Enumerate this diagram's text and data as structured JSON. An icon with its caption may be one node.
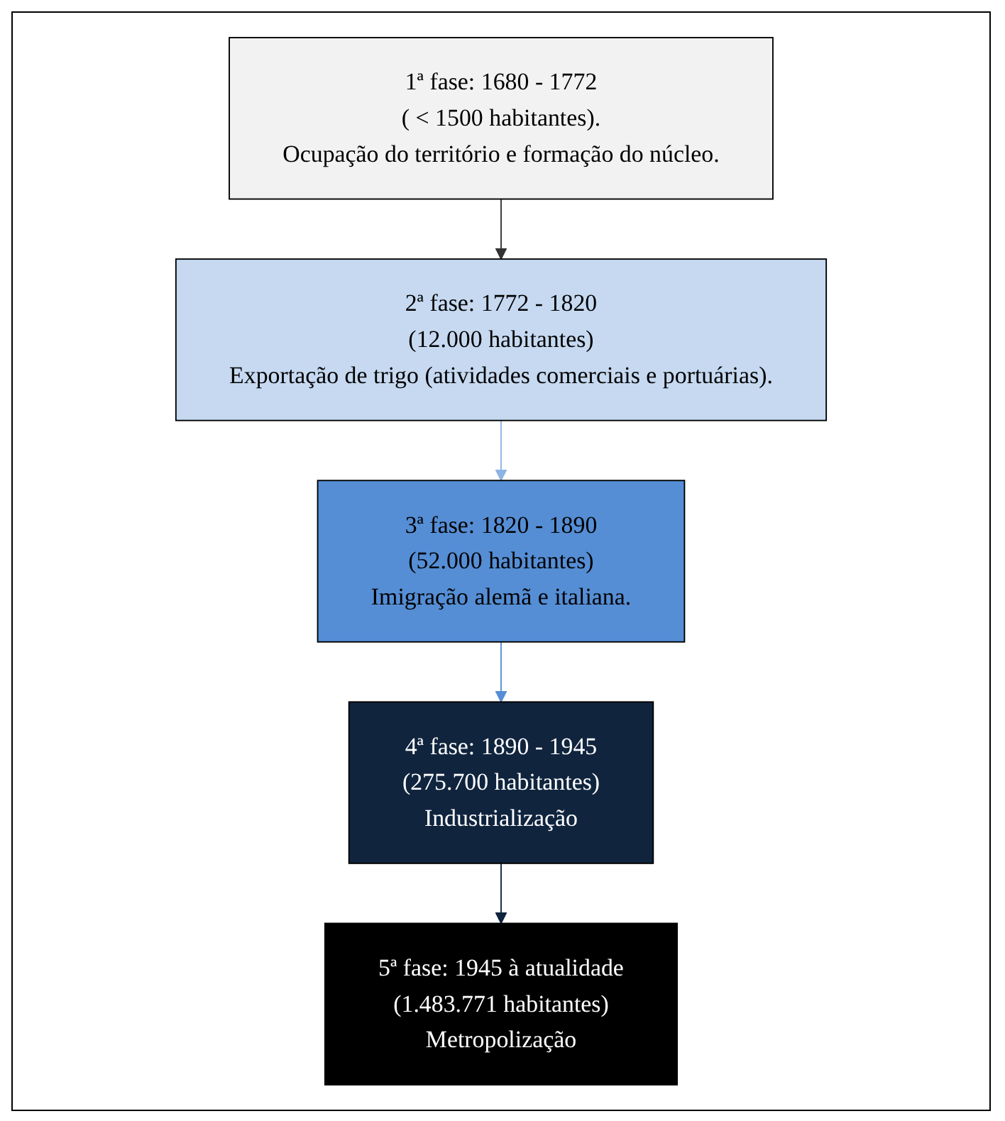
{
  "diagram": {
    "nodes": [
      {
        "text": [
          "1ª fase: 1680 - 1772",
          "( < 1500 habitantes).",
          "Ocupação do território e formação do núcleo."
        ]
      },
      {
        "text": [
          "2ª fase: 1772 - 1820",
          "(12.000 habitantes)",
          "Exportação de trigo (atividades comerciais e portuárias)."
        ]
      },
      {
        "text": [
          "3ª fase: 1820 - 1890",
          "(52.000 habitantes)",
          "Imigração alemã e italiana."
        ]
      },
      {
        "text": [
          "4ª fase: 1890 - 1945",
          "(275.700 habitantes)",
          "Industrialização"
        ]
      },
      {
        "text": [
          "5ª fase: 1945 à atualidade",
          "(1.483.771 habitantes)",
          "Metropolização"
        ]
      }
    ],
    "edges": [
      {
        "from": 0,
        "to": 1,
        "arrow": "to"
      },
      {
        "from": 1,
        "to": 2,
        "arrow": "to",
        "color": "#8eb4e3"
      },
      {
        "from": 2,
        "to": 3,
        "arrow": "to",
        "color": "#558ed5"
      },
      {
        "from": 3,
        "to": 4,
        "arrow": "to",
        "color": "#10243e"
      }
    ]
  }
}
